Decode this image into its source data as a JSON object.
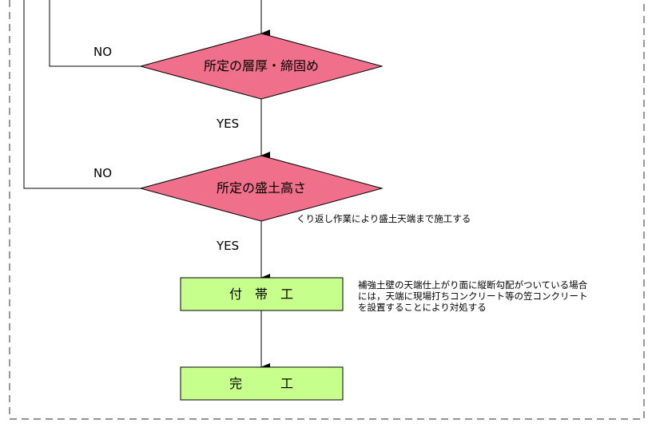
{
  "flowchart": {
    "decision_thickness": {
      "text": "所定の層厚・締固め",
      "no_label": "NO",
      "yes_label": "YES"
    },
    "decision_height": {
      "text": "所定の盛土高さ",
      "no_label": "NO",
      "yes_label": "YES"
    },
    "repeat_note": "くり返し作業により盛土天端まで施工する",
    "process_band_work": {
      "text": "付　帯　工"
    },
    "band_work_note": [
      "補強土壁の天端仕上がり面に縦断勾配がついている場合",
      "には，天端に現場打ちコンクリート等の笠コンクリート",
      "を設置することにより対処する"
    ],
    "process_complete": {
      "text": "完　　　工"
    }
  },
  "colors": {
    "diamond_fill": "#f0708c",
    "box_fill": "#c6ff8c",
    "line": "#000000",
    "frame": "#555555"
  }
}
